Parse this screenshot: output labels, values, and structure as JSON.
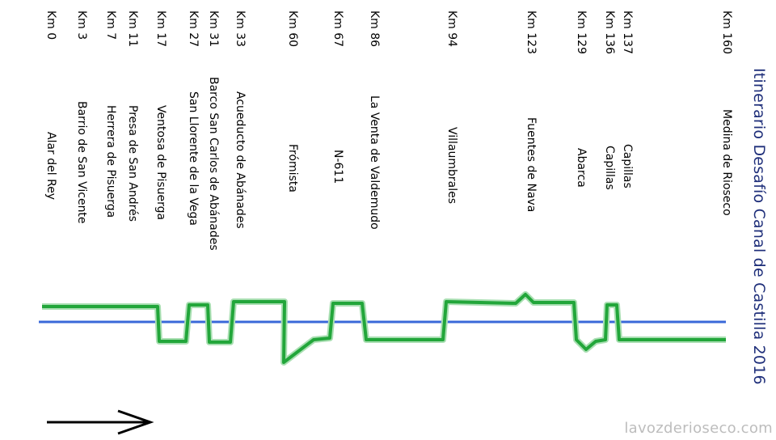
{
  "title": "Itinerario Desafío Canal de Castilla 2016",
  "watermark": "lavozderioseco.com",
  "colors": {
    "title": "#1f2f7a",
    "route_line": "#22a63a",
    "route_glow": "#a9dfb2",
    "canal_line": "#3a68d8",
    "arrow": "#000000"
  },
  "icons": {
    "direction": "right-arrow-icon"
  },
  "chart_data": {
    "type": "line",
    "title": "Itinerario Desafío Canal de Castilla 2016",
    "orientation": "rotated-90",
    "x_unit": "km",
    "points": [
      {
        "km": "Km 0",
        "name": "Alar del Rey"
      },
      {
        "km": "Km 3",
        "name": "Barrio de San Vicente"
      },
      {
        "km": "Km 7",
        "name": "Herrera de Pisuerga"
      },
      {
        "km": "Km 11",
        "name": "Presa de San Andrés"
      },
      {
        "km": "Km 17",
        "name": "Ventosa de Pisuerga"
      },
      {
        "km": "Km 27",
        "name": "San Llorente de la Vega"
      },
      {
        "km": "Km 31",
        "name": "Barco San Carlos de Abánades"
      },
      {
        "km": "Km 33",
        "name": "Acueducto de Abánades"
      },
      {
        "km": "Km 60",
        "name": "Frómista"
      },
      {
        "km": "Km 67",
        "name": "N-611"
      },
      {
        "km": "Km 86",
        "name": "La Venta de Valdemudo"
      },
      {
        "km": "Km 94",
        "name": "Villaumbrales"
      },
      {
        "km": "Km 123",
        "name": "Fuentes de Nava"
      },
      {
        "km": "Km 129",
        "name": "Abarca"
      },
      {
        "km": "Km 136",
        "name": "Capillas"
      },
      {
        "km": "Km 137",
        "name": "Capillas"
      },
      {
        "km": "Km 160",
        "name": "Medina de Rioseco"
      }
    ],
    "series": [
      {
        "role": "route-profile"
      },
      {
        "role": "canal-reference"
      }
    ]
  }
}
